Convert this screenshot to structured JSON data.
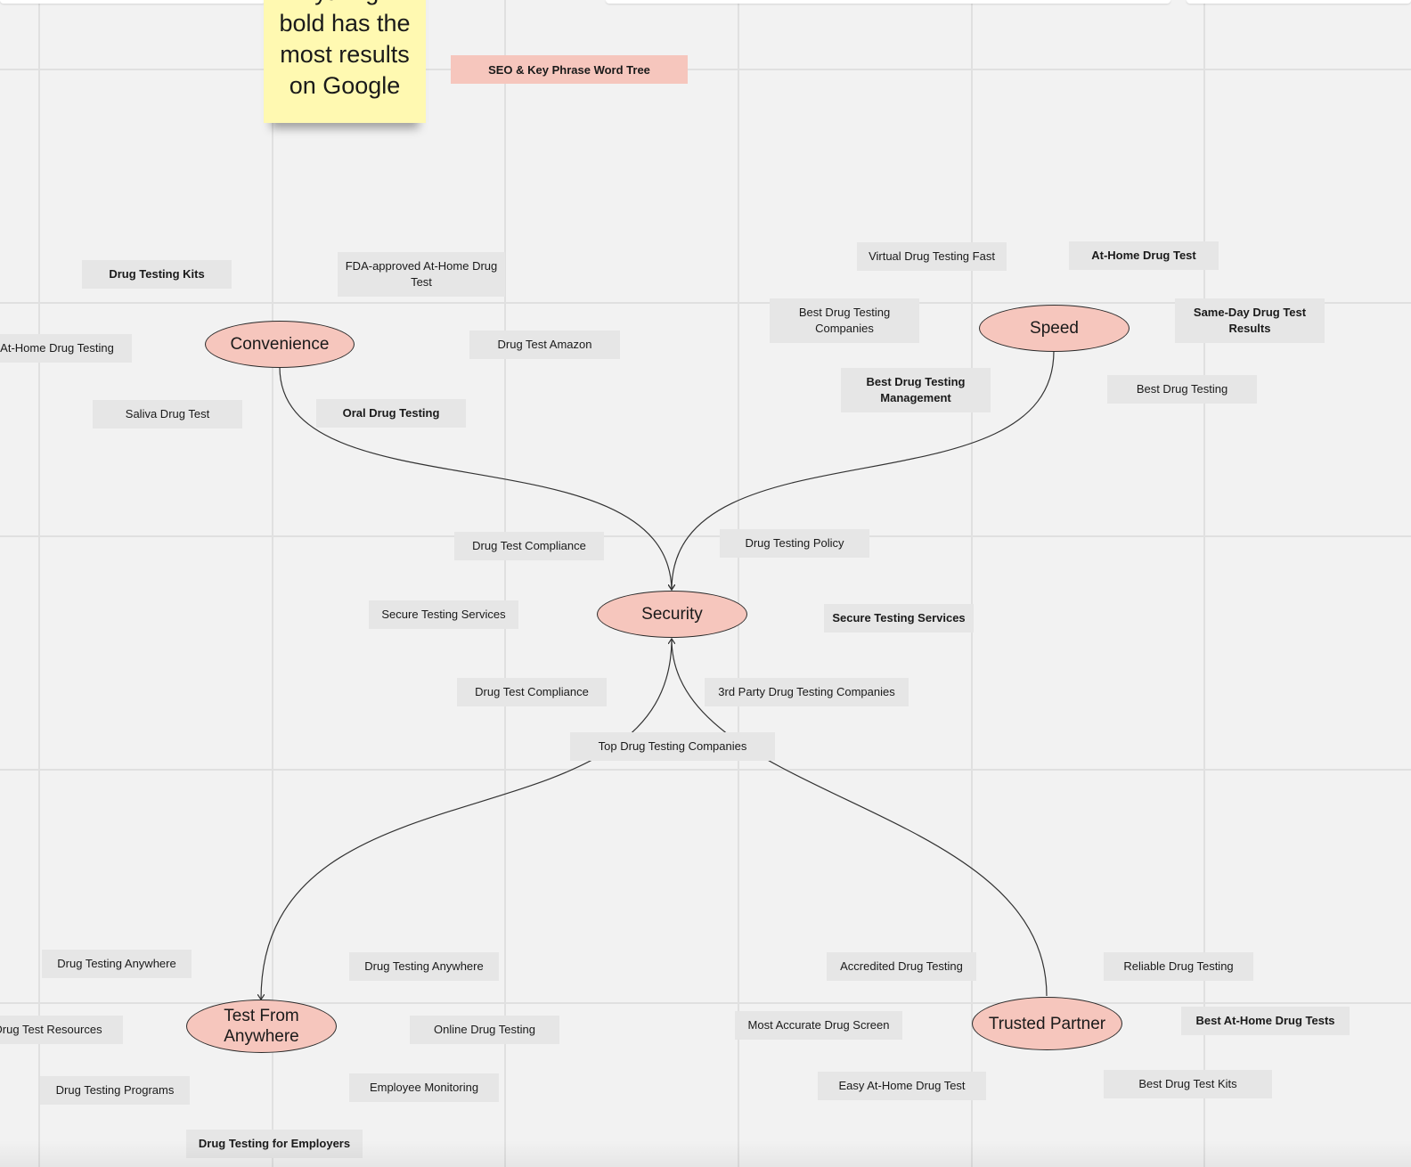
{
  "sticky_note": {
    "text": "Anything in bold has the most results on Google"
  },
  "board_title": "SEO & Key Phrase Word Tree",
  "nodes": {
    "convenience": "Convenience",
    "speed": "Speed",
    "security": "Security",
    "test_from_anywhere": "Test From Anywhere",
    "trusted_partner": "Trusted Partner"
  },
  "keywords": {
    "drug_testing_kits": "Drug Testing Kits",
    "fda_approved": "FDA-approved At-Home Drug Test",
    "at_home_drug_testing": "At-Home Drug Testing",
    "drug_test_amazon": "Drug Test Amazon",
    "saliva_drug_test": "Saliva Drug Test",
    "oral_drug_testing": "Oral Drug Testing",
    "virtual_drug_testing_fast": "Virtual Drug Testing Fast",
    "at_home_drug_test": "At-Home Drug Test",
    "best_drug_testing_companies": "Best Drug Testing Companies",
    "same_day_results": "Same-Day Drug Test Results",
    "best_drug_testing_management": "Best Drug Testing Management",
    "best_drug_testing": "Best Drug Testing",
    "drug_test_compliance_top": "Drug Test Compliance",
    "drug_testing_policy": "Drug Testing Policy",
    "secure_testing_services_left": "Secure Testing Services",
    "secure_testing_services_right": "Secure Testing Services",
    "drug_test_compliance_bottom": "Drug Test Compliance",
    "third_party": "3rd Party Drug Testing Companies",
    "top_drug_testing_companies": "Top Drug Testing Companies",
    "drug_testing_anywhere_left": "Drug Testing Anywhere",
    "drug_testing_anywhere_mid": "Drug Testing Anywhere",
    "drug_test_resources": "Drug Test Resources",
    "online_drug_testing": "Online Drug Testing",
    "drug_testing_programs": "Drug Testing Programs",
    "employee_monitoring": "Employee Monitoring",
    "drug_testing_for_employers": "Drug Testing for Employers",
    "accredited_drug_testing": "Accredited Drug Testing",
    "reliable_drug_testing": "Reliable Drug Testing",
    "most_accurate_drug_screen": "Most Accurate Drug Screen",
    "best_at_home_drug_tests": "Best At-Home Drug Tests",
    "easy_at_home_drug_test": "Easy At-Home Drug Test",
    "best_drug_test_kits": "Best Drug Test Kits"
  },
  "colors": {
    "canvas": "#f2f2f2",
    "sticky": "#fff9b1",
    "node_fill": "#f6c6bd",
    "keyword_fill": "#e6e6e6"
  }
}
